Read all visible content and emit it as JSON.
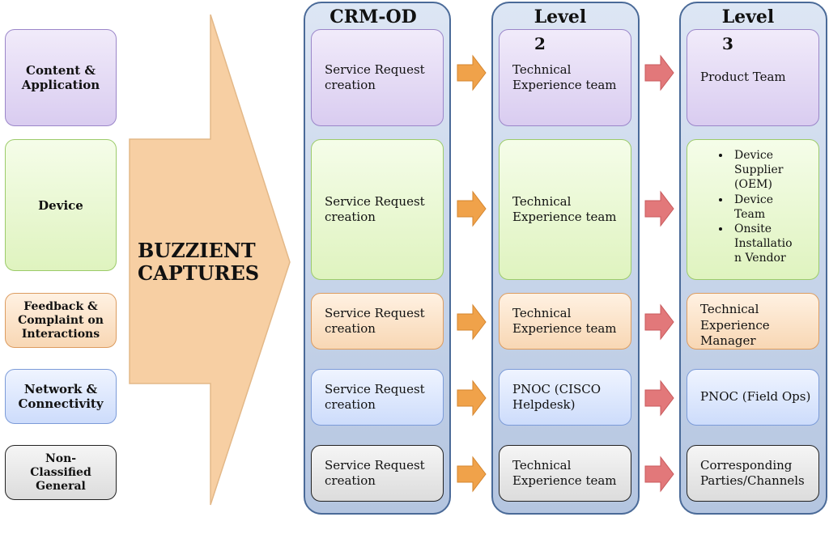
{
  "categories": [
    {
      "label": "Content &\nApplication"
    },
    {
      "label": "Device"
    },
    {
      "label": "Feedback &\nComplaint on\nInteractions"
    },
    {
      "label": "Network &\nConnectivity"
    },
    {
      "label": "Non-\nClassified\nGeneral"
    }
  ],
  "big_arrow": {
    "label": "BUZZIENT\nCAPTURES"
  },
  "columns": {
    "crm": {
      "title": "CRM-OD"
    },
    "level2": {
      "title": "Level",
      "number": "2"
    },
    "level3": {
      "title": "Level",
      "number": "3"
    }
  },
  "crm_cells": [
    "Service Request\ncreation",
    "Service Request\ncreation",
    "Service Request\ncreation",
    "Service Request\ncreation",
    "Service Request\ncreation"
  ],
  "level2_cells": [
    "Technical\nExperience team",
    "Technical\nExperience team",
    "Technical\nExperience team",
    "PNOC (CISCO\nHelpdesk)",
    "Technical\nExperience team"
  ],
  "level3_cells": {
    "row1": "Product Team",
    "row2_bullets": [
      "Device\nSupplier\n(OEM)",
      "Device\nTeam",
      "Onsite\nInstallatio\nn Vendor"
    ],
    "row3": "Technical\nExperience\nManager",
    "row4": "PNOC (Field Ops)",
    "row5": "Corresponding\nParties/Channels"
  },
  "colors": {
    "big_arrow_fill": "#f7cfa3",
    "orange_arrow": "#f0a24a",
    "red_arrow": "#e2787a",
    "column_border": "#4a6a98"
  }
}
